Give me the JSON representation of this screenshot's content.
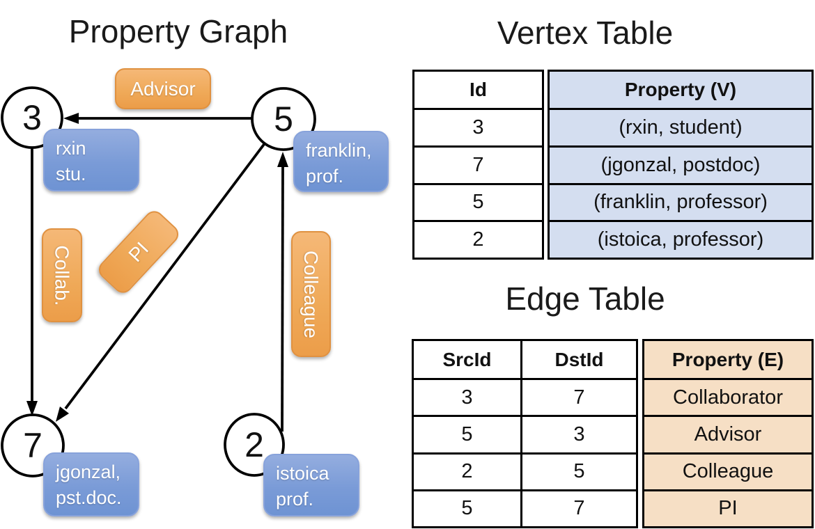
{
  "graph": {
    "title": "Property Graph",
    "vertices": {
      "v3": {
        "id": "3",
        "line1": "rxin",
        "line2": "stu."
      },
      "v5": {
        "id": "5",
        "line1": "franklin,",
        "line2": "prof."
      },
      "v7": {
        "id": "7",
        "line1": "jgonzal,",
        "line2": "pst.doc."
      },
      "v2": {
        "id": "2",
        "line1": "istoica",
        "line2": "prof."
      }
    },
    "edge_labels": {
      "advisor": "Advisor",
      "collab": "Collab.",
      "pi": "PI",
      "colleague": "Colleague"
    }
  },
  "vertex_table": {
    "title": "Vertex Table",
    "col_id": "Id",
    "col_property": "Property (V)",
    "rows": [
      {
        "id": "3",
        "property": "(rxin, student)"
      },
      {
        "id": "7",
        "property": "(jgonzal, postdoc)"
      },
      {
        "id": "5",
        "property": "(franklin, professor)"
      },
      {
        "id": "2",
        "property": "(istoica, professor)"
      }
    ]
  },
  "edge_table": {
    "title": "Edge Table",
    "col_src": "SrcId",
    "col_dst": "DstId",
    "col_property": "Property (E)",
    "rows": [
      {
        "src": "3",
        "dst": "7",
        "property": "Collaborator"
      },
      {
        "src": "5",
        "dst": "3",
        "property": "Advisor"
      },
      {
        "src": "2",
        "dst": "5",
        "property": "Colleague"
      },
      {
        "src": "5",
        "dst": "7",
        "property": "PI"
      }
    ]
  },
  "colors": {
    "edge_label_fill": "#EFA958",
    "vertex_label_fill": "#7A9BD7",
    "vertex_property_bg": "#D4DEF0",
    "edge_property_bg": "#F6DFC5",
    "line": "#000000"
  }
}
